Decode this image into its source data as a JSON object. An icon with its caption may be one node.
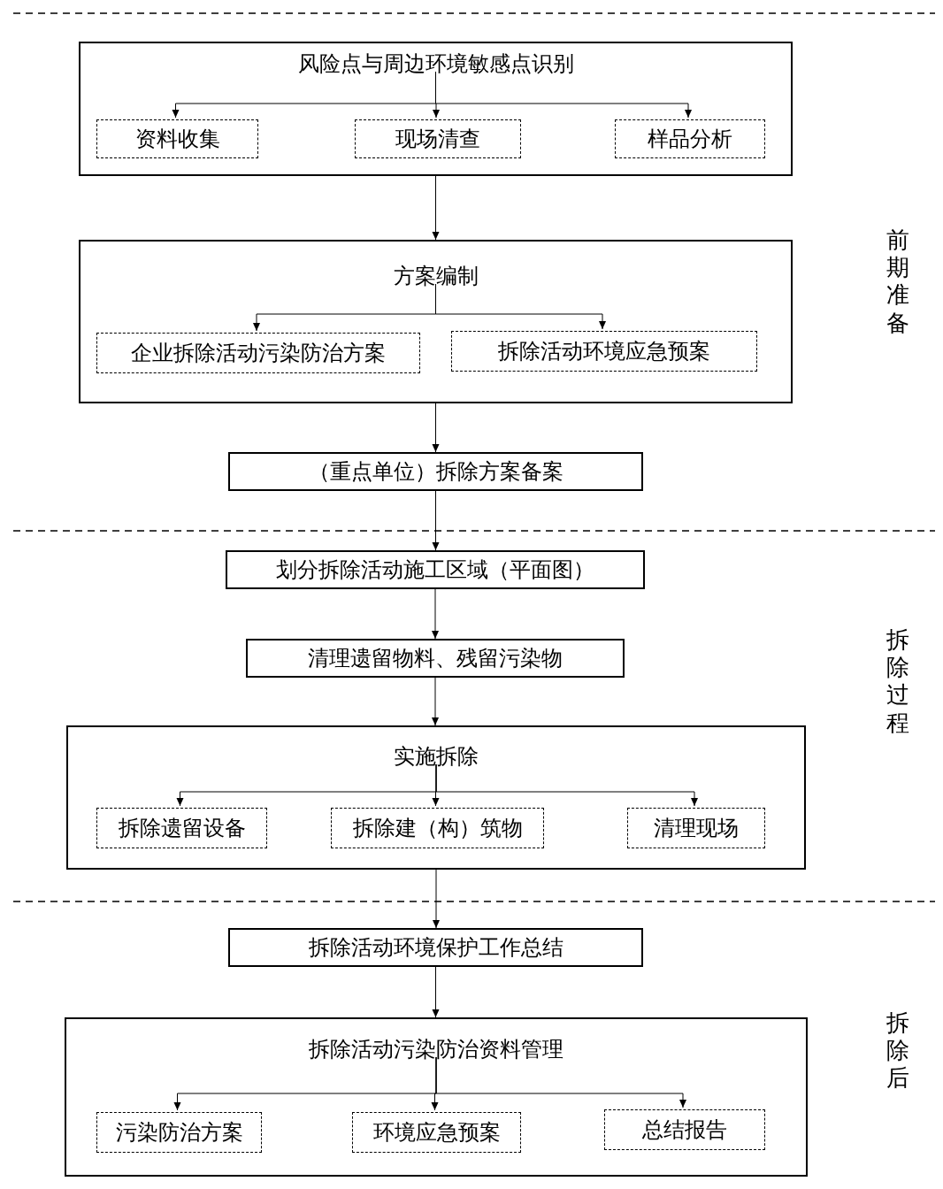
{
  "diagram": {
    "nodes": [
      {
        "text": [
          "风险点与周边环境敏感点识别"
        ]
      },
      {
        "text": [
          "资料收集"
        ],
        "in": 0
      },
      {
        "text": [
          "现场清查"
        ],
        "in": 0
      },
      {
        "text": [
          "样品分析"
        ],
        "in": 0
      },
      {
        "text": [
          "方案编制"
        ]
      },
      {
        "text": [
          "企业拆除活动污染防治方案"
        ],
        "in": 4
      },
      {
        "text": [
          "拆除活动环境应急预案"
        ],
        "in": 4
      },
      {
        "text": [
          "（重点单位）拆除方案备案"
        ]
      },
      {
        "text": [
          "划分拆除活动施工区域（平面图）"
        ]
      },
      {
        "text": [
          "清理遗留物料、残留污染物"
        ]
      },
      {
        "text": [
          "实施拆除"
        ]
      },
      {
        "text": [
          "拆除遗留设备"
        ],
        "in": 10
      },
      {
        "text": [
          "拆除建（构）筑物"
        ],
        "in": 10
      },
      {
        "text": [
          "清理现场"
        ],
        "in": 10
      },
      {
        "text": [
          "拆除活动环境保护工作总结"
        ]
      },
      {
        "text": [
          "拆除活动污染防治资料管理"
        ]
      },
      {
        "text": [
          "污染防治方案"
        ],
        "in": 15
      },
      {
        "text": [
          "环境应急预案"
        ],
        "in": 15
      },
      {
        "text": [
          "总结报告"
        ],
        "in": 15
      }
    ],
    "edges": [
      {
        "from": 0,
        "to": 1,
        "arrow": "to"
      },
      {
        "from": 0,
        "to": 2,
        "arrow": "to"
      },
      {
        "from": 0,
        "to": 3,
        "arrow": "to"
      },
      {
        "from": 0,
        "to": 4,
        "arrow": "to"
      },
      {
        "from": 4,
        "to": 5,
        "arrow": "to"
      },
      {
        "from": 4,
        "to": 6,
        "arrow": "to"
      },
      {
        "from": 4,
        "to": 7,
        "arrow": "to"
      },
      {
        "from": 7,
        "to": 8,
        "arrow": "to"
      },
      {
        "from": 8,
        "to": 9,
        "arrow": "to"
      },
      {
        "from": 9,
        "to": 10,
        "arrow": "to"
      },
      {
        "from": 10,
        "to": 11,
        "arrow": "to"
      },
      {
        "from": 10,
        "to": 12,
        "arrow": "to"
      },
      {
        "from": 10,
        "to": 13,
        "arrow": "to"
      },
      {
        "from": 10,
        "to": 14,
        "arrow": "to"
      },
      {
        "from": 14,
        "to": 15,
        "arrow": "to"
      },
      {
        "from": 15,
        "to": 16,
        "arrow": "to"
      },
      {
        "from": 15,
        "to": 17,
        "arrow": "to"
      },
      {
        "from": 15,
        "to": 18,
        "arrow": "to"
      }
    ],
    "labels": [
      "前期准备",
      "拆除过程",
      "拆除后"
    ]
  }
}
